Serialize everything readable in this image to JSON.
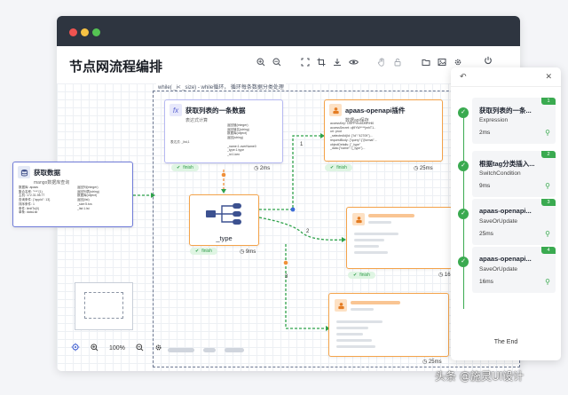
{
  "page": {
    "title": "节点网流程编排"
  },
  "loop": {
    "label": "while( _i< _size) - while循环， 循环每条数据分类处理"
  },
  "toolbar": {
    "icons": [
      "zoom-in-icon",
      "zoom-out-icon",
      "fit-view-icon",
      "crop-icon",
      "download-icon",
      "preview-icon",
      "hand-icon",
      "lock-icon",
      "folder-icon",
      "image-icon",
      "settings-icon",
      "power-icon"
    ]
  },
  "zoom": {
    "level": "100%"
  },
  "external_node": {
    "title": "获取数据",
    "subtitle": "mango数据库查询",
    "rows_left": [
      "数据库: apaas",
      "集合名称: \"***\"(1)",
      "主机: 172.31.98.77",
      "",
      "查询条件: {\"appId\": 13}",
      "排序条件: 1",
      "条件: limitTo(0)",
      "单条: dataList"
    ],
    "rows_right": [
      "返回列(integer)",
      "返回列表(string)",
      "数据库(object)",
      "返回(list)",
      "",
      "_size:5.tos",
      "_list:1.lst"
    ]
  },
  "node_fx": {
    "title": "获取列表的一条数据",
    "subtitle": "表达式计算",
    "rows_right": [
      "返回值(integer)",
      "返回值名(string)",
      "数据库(object)",
      "返回(string)",
      "",
      "_name:1.overName0",
      "_type:1.type",
      "_id:1.ken"
    ],
    "rows_left": [
      "",
      "",
      "",
      "",
      "表达式: _list,1"
    ],
    "status": "finish",
    "time": "2ms"
  },
  "node_switch": {
    "title": "_type",
    "status": "finish",
    "time": "9ms"
  },
  "node_api1": {
    "title": "apaas-openapi插件",
    "subtitle": "数据api保存",
    "rows": [
      "accessKey: ODH**mvbDt9RHl0",
      "accessSecret: cjl9YW****jmhT1..",
      "uri: prod",
      "_selectedId(Id: {\"id\":\"42709\"}...",
      "requestBody: {\"query\":{\"{format\"...",
      "objectDetails: {\"_type\"",
      "_data:{\"name\":\"{_type\"}..."
    ],
    "status": "finish",
    "time": "25ms"
  },
  "node_api2": {
    "status": "finish",
    "time": "16"
  },
  "node_api3": {
    "time": "25ms"
  },
  "edges": {
    "e1": "1",
    "e2": "2",
    "e3": "3"
  },
  "panel": {
    "steps": [
      {
        "badge": "1",
        "title": "获取列表的一条...",
        "type": "Expression",
        "time": "2ms"
      },
      {
        "badge": "2",
        "title": "根据tag分类插入...",
        "type": "SwitchCondition",
        "time": "9ms"
      },
      {
        "badge": "3",
        "title": "apaas-openapi...",
        "type": "SaveOrUpdate",
        "time": "25ms"
      },
      {
        "badge": "4",
        "title": "apaas-openapi...",
        "type": "SaveOrUpdate",
        "time": "16ms"
      }
    ],
    "end_label": "The End"
  },
  "watermark": "头条 @施灵UI设计",
  "colors": {
    "accent_green": "#3aaa50",
    "node_orange": "#f4a34a",
    "node_blue": "#6f7bd8",
    "edge_green": "#2fa24b",
    "edge_orange": "#f0903a"
  }
}
